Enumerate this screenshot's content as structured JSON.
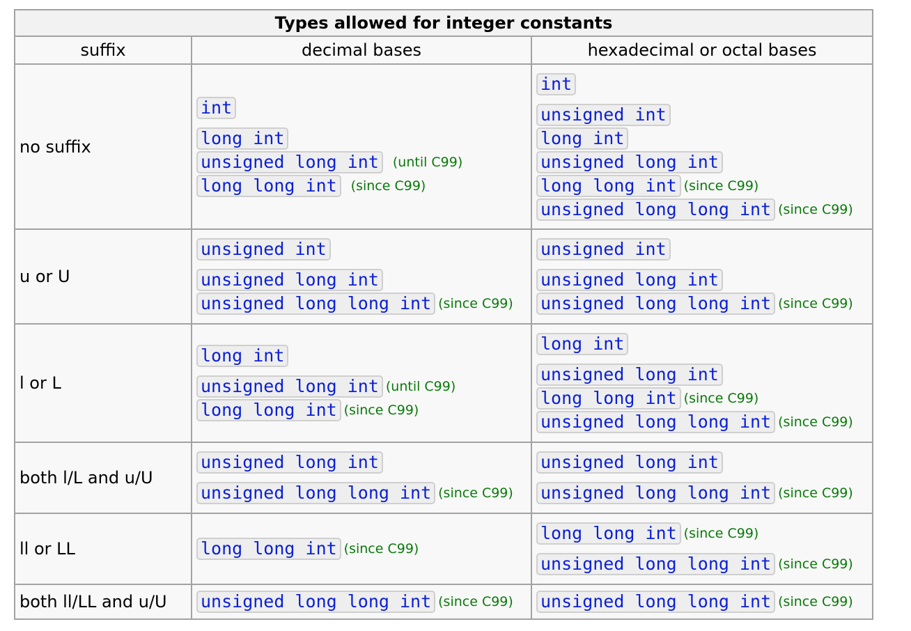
{
  "table": {
    "title": "Types allowed for integer constants",
    "headers": [
      "suffix",
      "decimal bases",
      "hexadecimal or octal bases"
    ],
    "rows": [
      {
        "suffix": "no suffix",
        "decimal": [
          {
            "type": "int",
            "note": ""
          },
          {
            "type": "long int",
            "note": ""
          },
          {
            "type": "unsigned long int",
            "note": "(until C99)"
          },
          {
            "type": "long long int",
            "note": "(since C99)"
          }
        ],
        "hex": [
          {
            "type": "int",
            "note": ""
          },
          {
            "type": "unsigned int",
            "note": ""
          },
          {
            "type": "long int",
            "note": ""
          },
          {
            "type": "unsigned long int",
            "note": ""
          },
          {
            "type": "long long int",
            "note": "(since C99)"
          },
          {
            "type": "unsigned long long int",
            "note": "(since C99)"
          }
        ]
      },
      {
        "suffix": "u or U",
        "decimal": [
          {
            "type": "unsigned int",
            "note": ""
          },
          {
            "type": "unsigned long int",
            "note": ""
          },
          {
            "type": "unsigned long long int",
            "note": "(since C99)"
          }
        ],
        "hex": [
          {
            "type": "unsigned int",
            "note": ""
          },
          {
            "type": "unsigned long int",
            "note": ""
          },
          {
            "type": "unsigned long long int",
            "note": "(since C99)"
          }
        ]
      },
      {
        "suffix": "l or L",
        "decimal": [
          {
            "type": "long int",
            "note": ""
          },
          {
            "type": "unsigned long int",
            "note": "(until C99)"
          },
          {
            "type": "long long int",
            "note": "(since C99)"
          }
        ],
        "hex": [
          {
            "type": "long int",
            "note": ""
          },
          {
            "type": "unsigned long int",
            "note": ""
          },
          {
            "type": "long long int",
            "note": "(since C99)"
          },
          {
            "type": "unsigned long long int",
            "note": "(since C99)"
          }
        ]
      },
      {
        "suffix": "both l/L and u/U",
        "decimal": [
          {
            "type": "unsigned long int",
            "note": ""
          },
          {
            "type": "unsigned long long int",
            "note": "(since C99)"
          }
        ],
        "hex": [
          {
            "type": "unsigned long int",
            "note": ""
          },
          {
            "type": "unsigned long long int",
            "note": "(since C99)"
          }
        ]
      },
      {
        "suffix": "ll or LL",
        "decimal": [
          {
            "type": "long long int",
            "note": "(since C99)"
          }
        ],
        "hex": [
          {
            "type": "long long int",
            "note": "(since C99)"
          },
          {
            "type": "unsigned long long int",
            "note": "(since C99)"
          }
        ]
      },
      {
        "suffix": "both ll/LL and u/U",
        "decimal": [
          {
            "type": "unsigned long long int",
            "note": "(since C99)"
          }
        ],
        "hex": [
          {
            "type": "unsigned long long int",
            "note": "(since C99)"
          }
        ]
      }
    ]
  }
}
